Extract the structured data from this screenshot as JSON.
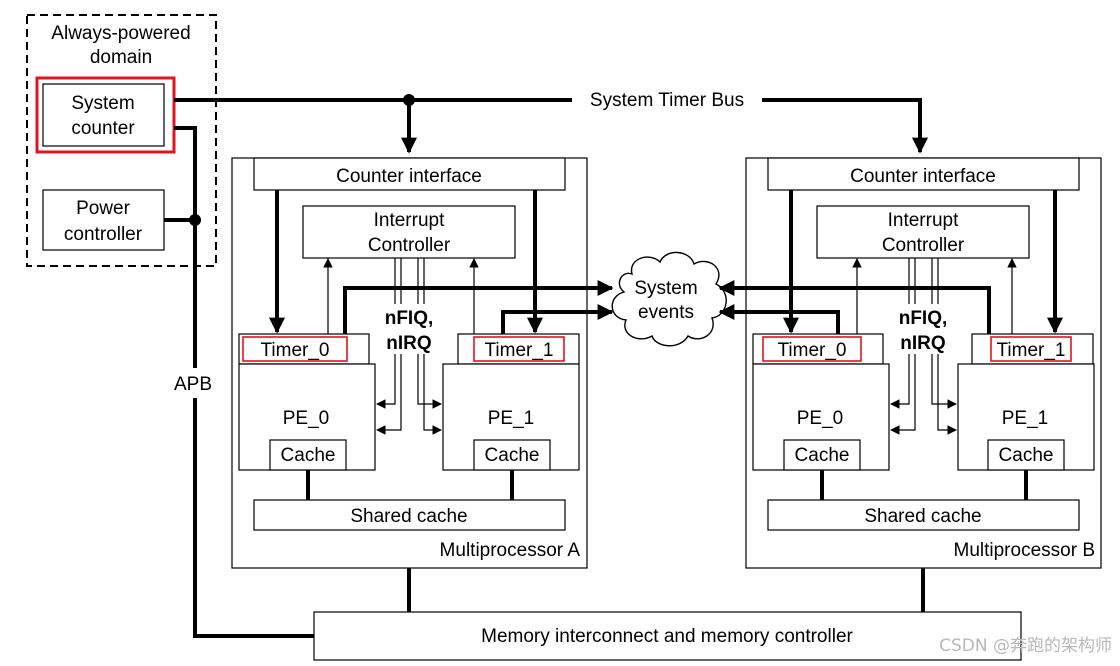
{
  "always_powered": {
    "line1": "Always-powered",
    "line2": "domain"
  },
  "system_counter": {
    "line1": "System",
    "line2": "counter"
  },
  "power_controller": {
    "line1": "Power",
    "line2": "controller"
  },
  "system_timer_bus": "System Timer Bus",
  "apb": "APB",
  "system_events": {
    "line1": "System",
    "line2": "events"
  },
  "memory": "Memory interconnect and memory controller",
  "multiprocessor_a": {
    "counter_interface": "Counter interface",
    "interrupt_line1": "Interrupt",
    "interrupt_line2": "Controller",
    "nfiq": "nFIQ,",
    "nirq": "nIRQ",
    "timer0": "Timer_0",
    "timer1": "Timer_1",
    "pe0": "PE_0",
    "pe1": "PE_1",
    "cache": "Cache",
    "shared_cache": "Shared cache",
    "label": "Multiprocessor A"
  },
  "multiprocessor_b": {
    "counter_interface": "Counter interface",
    "interrupt_line1": "Interrupt",
    "interrupt_line2": "Controller",
    "nfiq": "nFIQ,",
    "nirq": "nIRQ",
    "timer0": "Timer_0",
    "timer1": "Timer_1",
    "pe0": "PE_0",
    "pe1": "PE_1",
    "cache": "Cache",
    "shared_cache": "Shared cache",
    "label": "Multiprocessor B"
  },
  "watermark": "CSDN @奔跑的架构师"
}
